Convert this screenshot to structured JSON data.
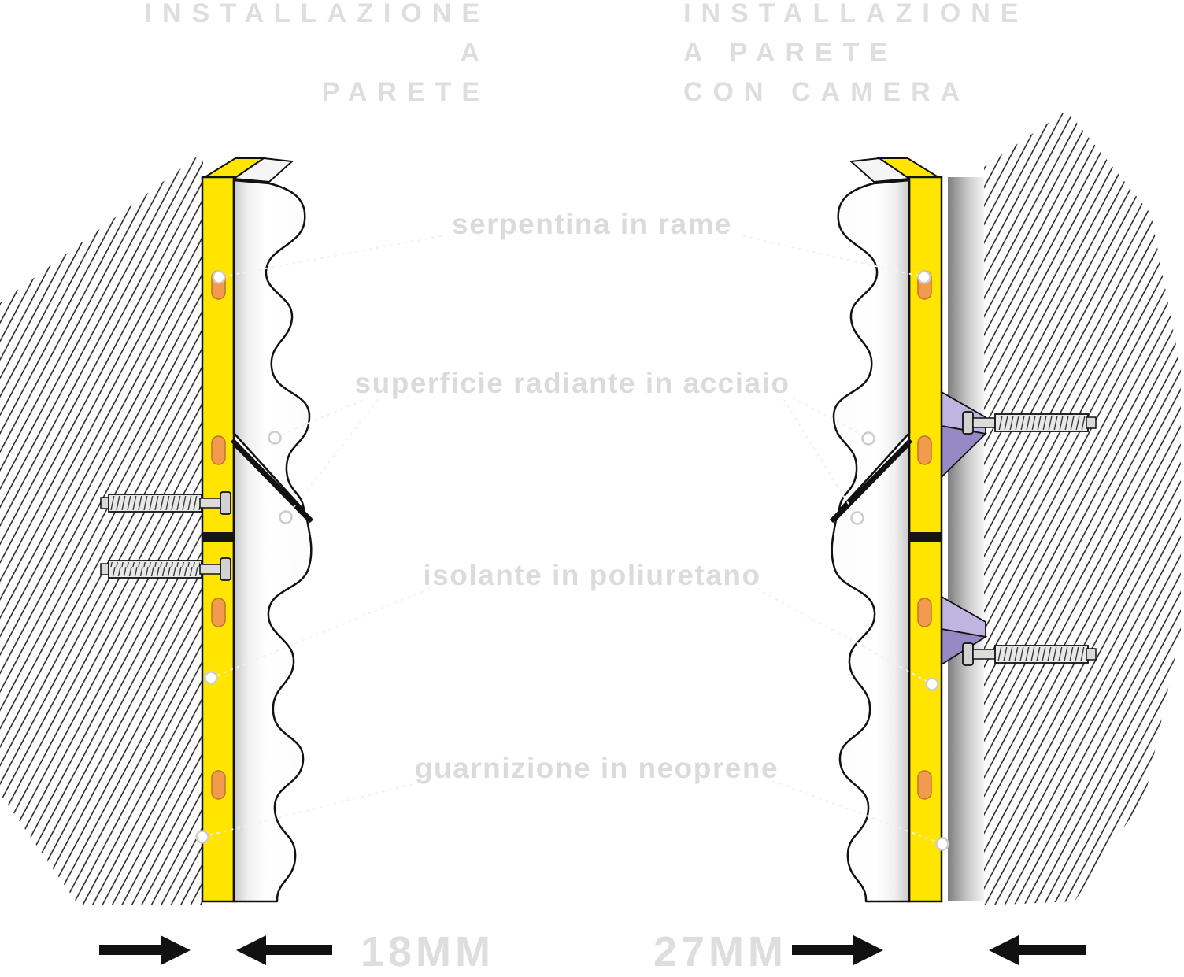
{
  "titles": {
    "left": [
      "INSTALLAZIONE",
      "A",
      "PARETE"
    ],
    "right": [
      "INSTALLAZIONE",
      "A PARETE",
      "CON CAMERA"
    ]
  },
  "callouts": {
    "copper_coil": "serpentina in rame",
    "radiant_surface": "superficie radiante in acciaio",
    "insulation": "isolante in poliuretano",
    "gasket": "guarnizione in neoprene"
  },
  "dimensions": {
    "wall_mount": "18MM",
    "wall_mount_chamber": "27MM"
  },
  "colors": {
    "insulation_yellow": "#ffe500",
    "copper_orange": "#f29b4d",
    "bracket_purple_light": "#c0b5e0",
    "bracket_purple_dark": "#9488c5",
    "ghost_text": "#dbdbdb"
  }
}
